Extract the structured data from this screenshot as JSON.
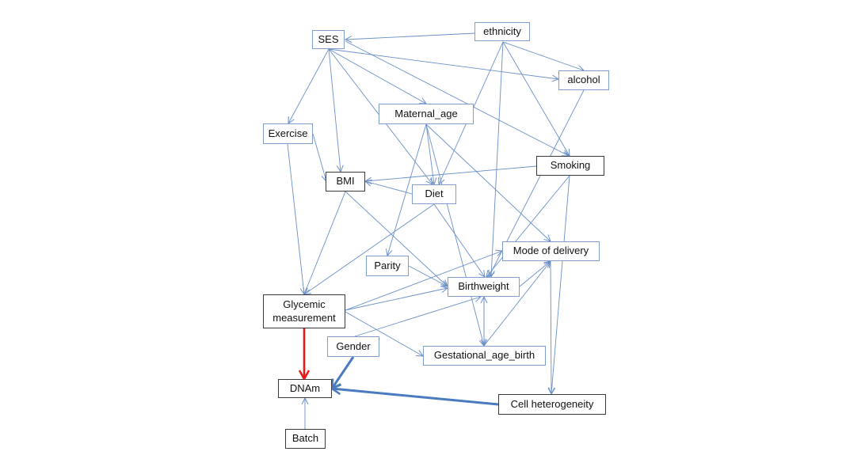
{
  "diagram": {
    "type": "causal-dag",
    "colors": {
      "edge_default": "#6a8fc8",
      "edge_highlight_red": "#e81818",
      "edge_highlight_blue": "#4a7bbf",
      "node_border_blue": "#7f9ecb",
      "node_border_dark": "#3a3a3a"
    },
    "nodes": [
      {
        "id": "ses",
        "label": "SES",
        "style": "blue"
      },
      {
        "id": "ethnicity",
        "label": "ethnicity",
        "style": "blue"
      },
      {
        "id": "alcohol",
        "label": "alcohol",
        "style": "blue"
      },
      {
        "id": "exercise",
        "label": "Exercise",
        "style": "blue"
      },
      {
        "id": "maternal_age",
        "label": "Maternal_age",
        "style": "blue"
      },
      {
        "id": "smoking",
        "label": "Smoking",
        "style": "dark"
      },
      {
        "id": "bmi",
        "label": "BMI",
        "style": "dark"
      },
      {
        "id": "diet",
        "label": "Diet",
        "style": "blue"
      },
      {
        "id": "parity",
        "label": "Parity",
        "style": "blue"
      },
      {
        "id": "mode_of_delivery",
        "label": "Mode of delivery",
        "style": "blue"
      },
      {
        "id": "birthweight",
        "label": "Birthweight",
        "style": "blue"
      },
      {
        "id": "glycemic",
        "label": "Glycemic\nmeasurement",
        "style": "dark"
      },
      {
        "id": "gender",
        "label": "Gender",
        "style": "blue"
      },
      {
        "id": "gestational_age_birth",
        "label": "Gestational_age_birth",
        "style": "blue"
      },
      {
        "id": "dnam",
        "label": "DNAm",
        "style": "dark"
      },
      {
        "id": "cell_heterogeneity",
        "label": "Cell heterogeneity",
        "style": "dark"
      },
      {
        "id": "batch",
        "label": "Batch",
        "style": "dark"
      }
    ],
    "edges": [
      {
        "from": "ethnicity",
        "to": "ses",
        "kind": "normal"
      },
      {
        "from": "ethnicity",
        "to": "alcohol",
        "kind": "normal"
      },
      {
        "from": "ethnicity",
        "to": "smoking",
        "kind": "normal"
      },
      {
        "from": "ethnicity",
        "to": "diet",
        "kind": "normal"
      },
      {
        "from": "ethnicity",
        "to": "birthweight",
        "kind": "normal"
      },
      {
        "from": "ses",
        "to": "exercise",
        "kind": "normal"
      },
      {
        "from": "ses",
        "to": "bmi",
        "kind": "normal"
      },
      {
        "from": "ses",
        "to": "maternal_age",
        "kind": "normal"
      },
      {
        "from": "ses",
        "to": "diet",
        "kind": "normal"
      },
      {
        "from": "ses",
        "to": "alcohol",
        "kind": "normal"
      },
      {
        "from": "ses",
        "to": "smoking",
        "kind": "normal"
      },
      {
        "from": "exercise",
        "to": "bmi",
        "kind": "normal"
      },
      {
        "from": "exercise",
        "to": "glycemic",
        "kind": "normal"
      },
      {
        "from": "maternal_age",
        "to": "diet",
        "kind": "normal"
      },
      {
        "from": "maternal_age",
        "to": "parity",
        "kind": "normal"
      },
      {
        "from": "maternal_age",
        "to": "mode_of_delivery",
        "kind": "normal"
      },
      {
        "from": "maternal_age",
        "to": "gestational_age_birth",
        "kind": "normal"
      },
      {
        "from": "smoking",
        "to": "bmi",
        "kind": "normal"
      },
      {
        "from": "smoking",
        "to": "birthweight",
        "kind": "normal"
      },
      {
        "from": "smoking",
        "to": "cell_heterogeneity",
        "kind": "normal"
      },
      {
        "from": "alcohol",
        "to": "birthweight",
        "kind": "normal"
      },
      {
        "from": "diet",
        "to": "bmi",
        "kind": "normal"
      },
      {
        "from": "diet",
        "to": "glycemic",
        "kind": "normal"
      },
      {
        "from": "diet",
        "to": "birthweight",
        "kind": "normal"
      },
      {
        "from": "bmi",
        "to": "glycemic",
        "kind": "normal"
      },
      {
        "from": "bmi",
        "to": "birthweight",
        "kind": "normal"
      },
      {
        "from": "parity",
        "to": "birthweight",
        "kind": "normal"
      },
      {
        "from": "glycemic",
        "to": "birthweight",
        "kind": "normal"
      },
      {
        "from": "glycemic",
        "to": "mode_of_delivery",
        "kind": "normal"
      },
      {
        "from": "glycemic",
        "to": "gestational_age_birth",
        "kind": "normal"
      },
      {
        "from": "gender",
        "to": "birthweight",
        "kind": "normal"
      },
      {
        "from": "birthweight",
        "to": "mode_of_delivery",
        "kind": "normal"
      },
      {
        "from": "gestational_age_birth",
        "to": "birthweight",
        "kind": "normal"
      },
      {
        "from": "birthweight",
        "to": "gestational_age_birth",
        "kind": "normal"
      },
      {
        "from": "gestational_age_birth",
        "to": "mode_of_delivery",
        "kind": "normal"
      },
      {
        "from": "mode_of_delivery",
        "to": "cell_heterogeneity",
        "kind": "normal"
      },
      {
        "from": "glycemic",
        "to": "dnam",
        "kind": "exposure"
      },
      {
        "from": "gender",
        "to": "dnam",
        "kind": "covariate"
      },
      {
        "from": "cell_heterogeneity",
        "to": "dnam",
        "kind": "covariate"
      },
      {
        "from": "batch",
        "to": "dnam",
        "kind": "normal"
      }
    ]
  }
}
